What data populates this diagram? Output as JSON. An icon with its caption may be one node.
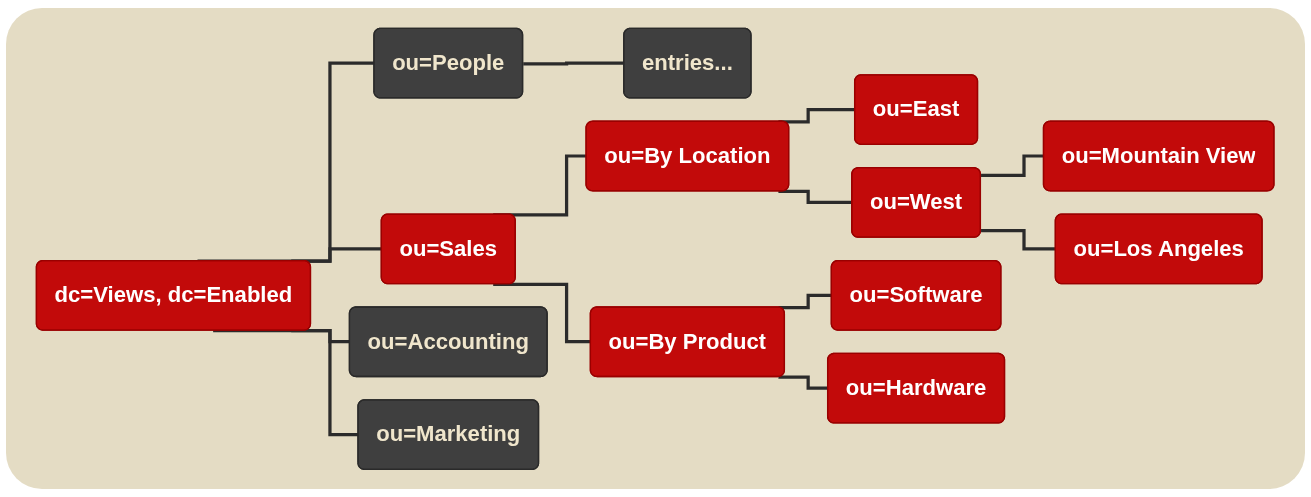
{
  "diagram": {
    "nodes": [
      {
        "text": [
          "dc=Views, dc=Enabled"
        ]
      },
      {
        "text": [
          "ou=People"
        ]
      },
      {
        "text": [
          "entries..."
        ]
      },
      {
        "text": [
          "ou=Sales"
        ]
      },
      {
        "text": [
          "ou=By Location"
        ]
      },
      {
        "text": [
          "ou=East"
        ]
      },
      {
        "text": [
          "ou=West"
        ]
      },
      {
        "text": [
          "ou=Mountain View"
        ]
      },
      {
        "text": [
          "ou=Los Angeles"
        ]
      },
      {
        "text": [
          "ou=By Product"
        ]
      },
      {
        "text": [
          "ou=Software"
        ]
      },
      {
        "text": [
          "ou=Hardware"
        ]
      },
      {
        "text": [
          "ou=Accounting"
        ]
      },
      {
        "text": [
          "ou=Marketing"
        ]
      }
    ],
    "edges": [
      {
        "from": 0,
        "to": 1,
        "arrow": "none"
      },
      {
        "from": 1,
        "to": 2,
        "arrow": "none"
      },
      {
        "from": 0,
        "to": 3,
        "arrow": "none"
      },
      {
        "from": 3,
        "to": 4,
        "arrow": "none"
      },
      {
        "from": 4,
        "to": 5,
        "arrow": "none"
      },
      {
        "from": 4,
        "to": 6,
        "arrow": "none"
      },
      {
        "from": 6,
        "to": 7,
        "arrow": "none"
      },
      {
        "from": 6,
        "to": 8,
        "arrow": "none"
      },
      {
        "from": 3,
        "to": 9,
        "arrow": "none"
      },
      {
        "from": 9,
        "to": 10,
        "arrow": "none"
      },
      {
        "from": 9,
        "to": 11,
        "arrow": "none"
      },
      {
        "from": 0,
        "to": 12,
        "arrow": "none"
      },
      {
        "from": 0,
        "to": 13,
        "arrow": "none"
      }
    ]
  }
}
